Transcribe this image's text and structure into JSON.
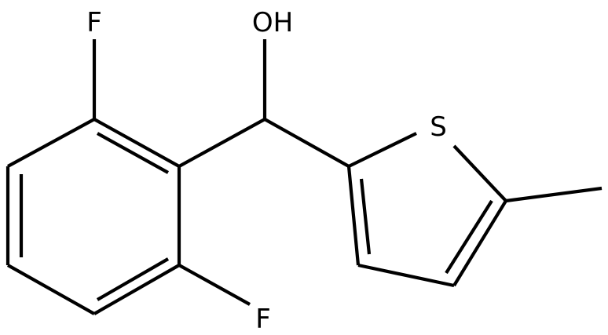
{
  "molecule": {
    "atoms": [
      {
        "id": "F1",
        "label": "F"
      },
      {
        "id": "OH",
        "label": "OH"
      },
      {
        "id": "S",
        "label": "S"
      },
      {
        "id": "F2",
        "label": "F"
      }
    ],
    "colors": {
      "bond": "#000000",
      "text": "#000000",
      "background": "#ffffff"
    }
  }
}
